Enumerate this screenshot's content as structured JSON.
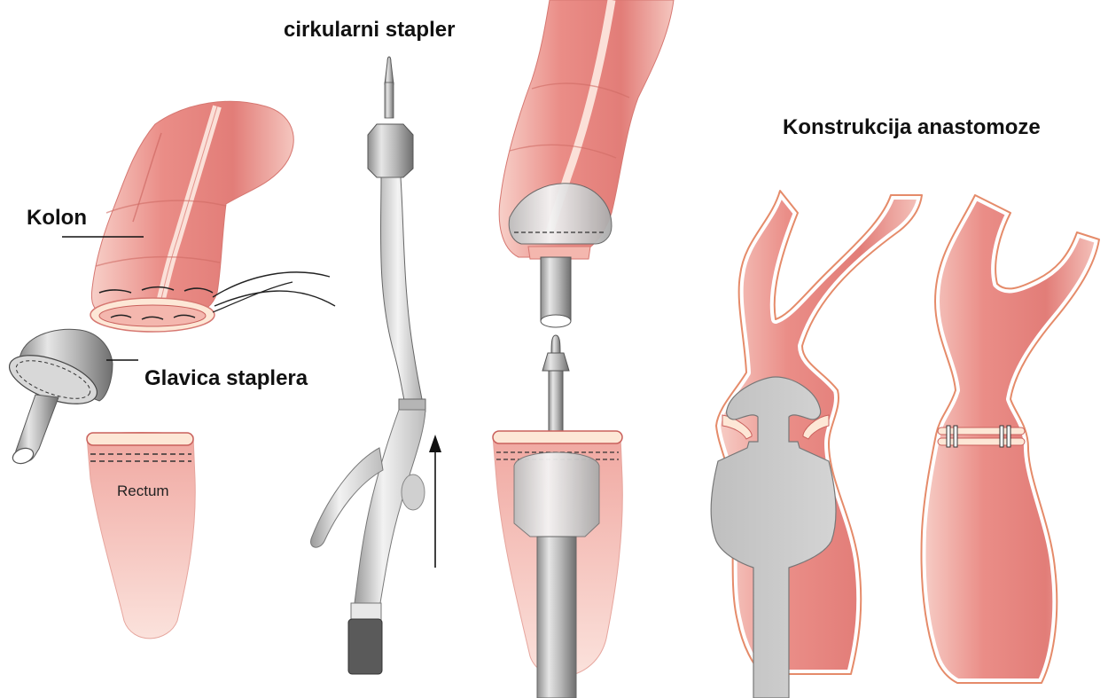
{
  "labels": {
    "stapler_title": "cirkularni stapler",
    "anastomosis_title": "Konstrukcija anastomoze",
    "kolon": "Kolon",
    "glavica": "Glavica staplera",
    "rectum": "Rectum"
  },
  "colors": {
    "tissue": "#e98a86",
    "tissue_light": "#f6c3bd",
    "tissue_dark": "#c9605c",
    "rim": "#fde7d6",
    "metal": "#c9c9c9",
    "metal_dark": "#7d7d7d",
    "ink": "#111111"
  }
}
